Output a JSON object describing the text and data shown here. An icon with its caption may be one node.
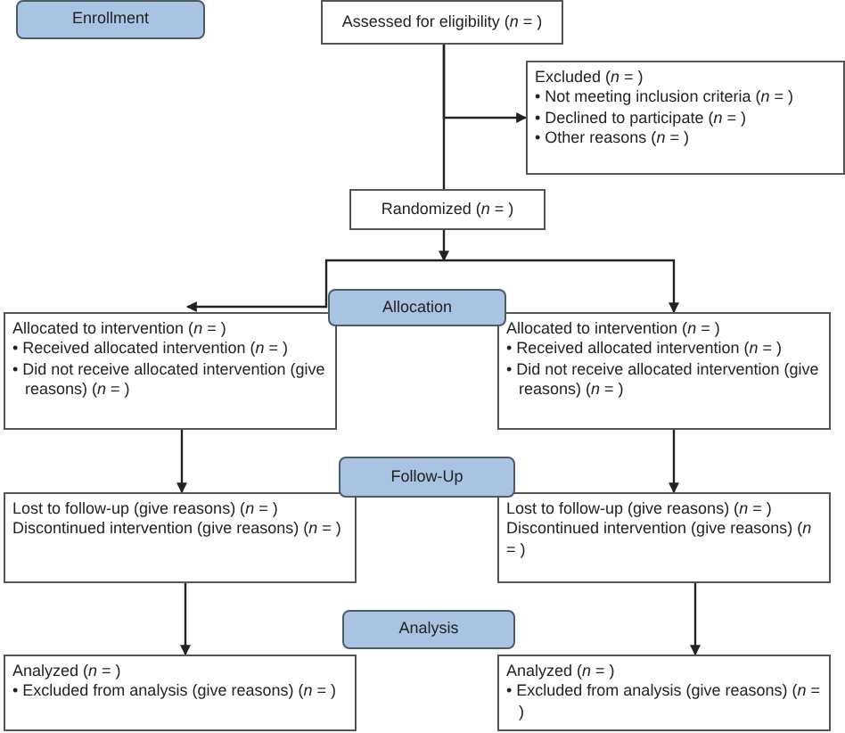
{
  "diagram": {
    "nodes": [
      {
        "text": [
          "Enrollment"
        ]
      },
      {
        "text": [
          "Assessed for eligibility (*n* =  )"
        ]
      },
      {
        "text": [
          "Excluded (*n* =  )",
          "• Not meeting inclusion criteria (*n* =  )",
          "• Declined to participate (*n* =  )",
          "• Other reasons (*n* =  )"
        ]
      },
      {
        "text": [
          "Randomized (*n* =  )"
        ]
      },
      {
        "text": [
          "Allocation"
        ]
      },
      {
        "text": [
          "Allocated to intervention (*n* =  )",
          "• Received allocated intervention (*n* =  )",
          "• Did not receive allocated intervention (give reasons) (*n* =  )"
        ]
      },
      {
        "text": [
          "Allocated to intervention (*n* =  )",
          "• Received allocated intervention (*n* =  )",
          "• Did not receive allocated intervention (give reasons) (*n* =  )"
        ]
      },
      {
        "text": [
          "Follow-Up"
        ]
      },
      {
        "text": [
          "Lost to follow-up (give reasons) (*n* =  )",
          "Discontinued intervention (give reasons) (*n* =  )"
        ]
      },
      {
        "text": [
          "Lost to follow-up (give reasons) (*n* =  )",
          "Discontinued intervention (give reasons) (*n* =  )"
        ]
      },
      {
        "text": [
          "Analysis"
        ]
      },
      {
        "text": [
          "Analyzed (*n* =  )",
          "• Excluded from analysis (give reasons) (*n* =  )"
        ]
      },
      {
        "text": [
          "Analyzed (*n* =  )",
          "• Excluded from analysis (give reasons) (*n* =  )"
        ]
      }
    ],
    "edges": [
      {
        "from": 1,
        "to": 2,
        "arrow": "to"
      },
      {
        "from": 1,
        "to": 3,
        "arrow": "none"
      },
      {
        "from": 3,
        "to": 5,
        "arrow": "to"
      },
      {
        "from": 3,
        "to": 6,
        "arrow": "to"
      },
      {
        "from": 5,
        "to": 8,
        "arrow": "to"
      },
      {
        "from": 6,
        "to": 9,
        "arrow": "to"
      },
      {
        "from": 8,
        "to": 11,
        "arrow": "to"
      },
      {
        "from": 9,
        "to": 12,
        "arrow": "to"
      }
    ]
  }
}
